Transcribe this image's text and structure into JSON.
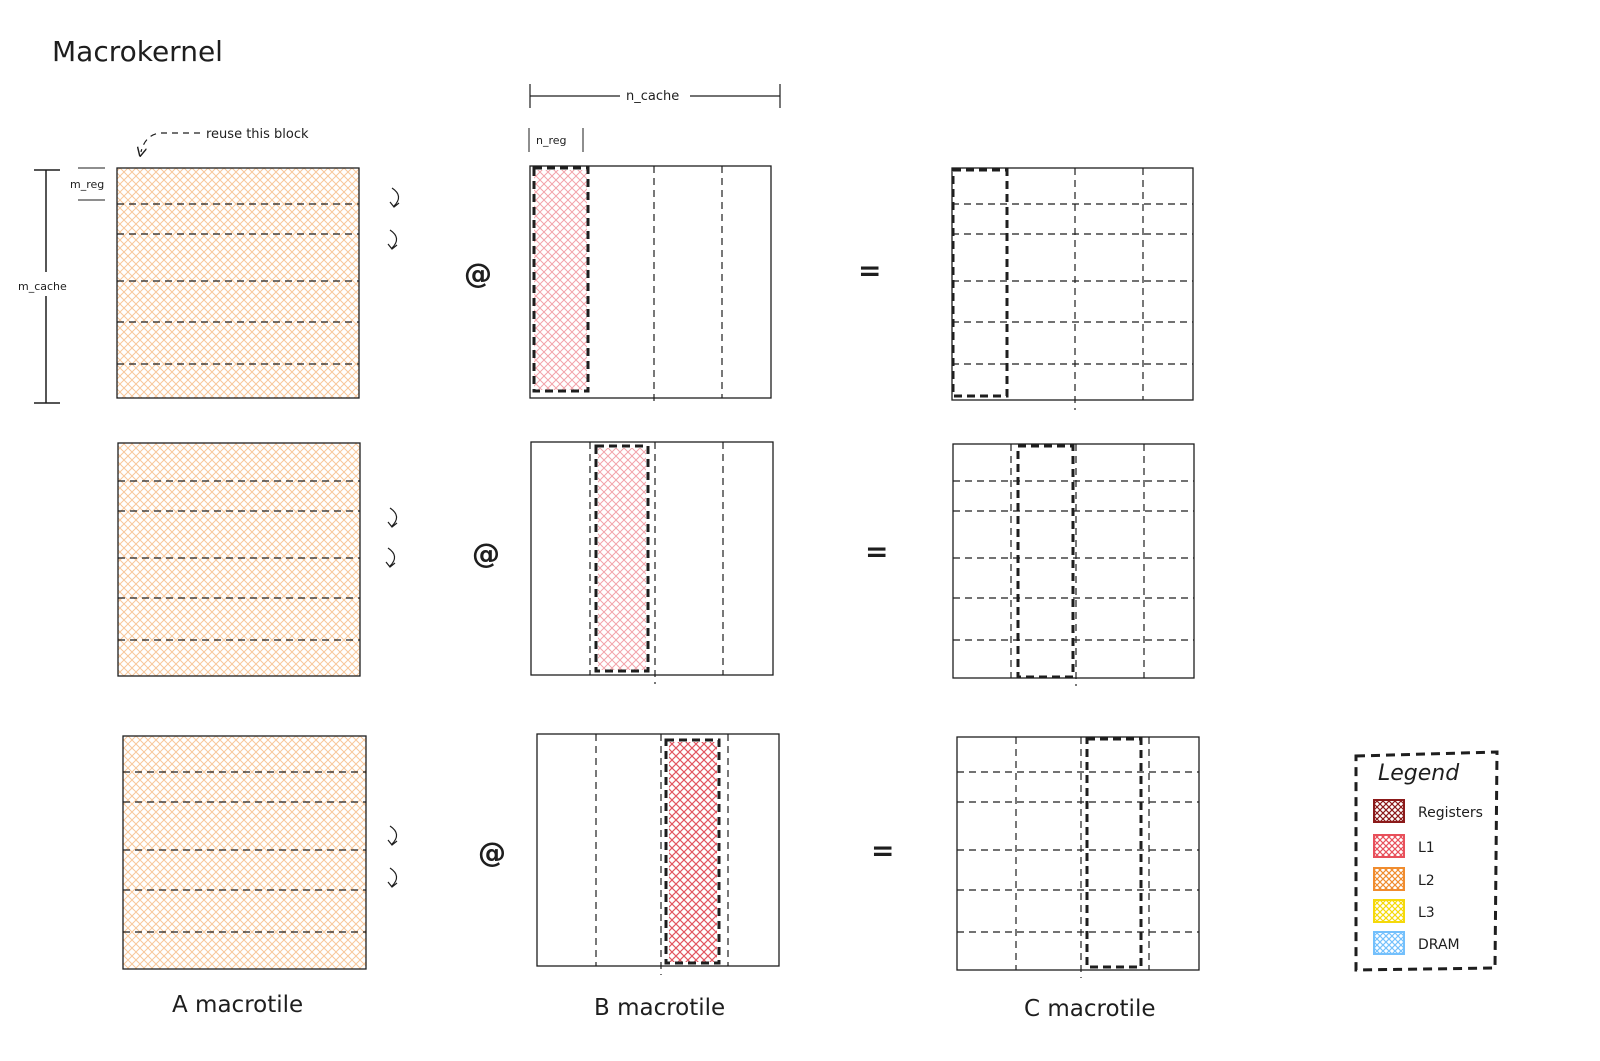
{
  "title": "Macrokernel",
  "labels": {
    "reuse": "reuse this block",
    "m_reg": "m_reg",
    "m_cache": "m_cache",
    "n_cache": "n_cache",
    "n_reg": "n_reg"
  },
  "operators": {
    "matmul": "@",
    "equals": "="
  },
  "captions": {
    "a": "A macrotile",
    "b": "B macrotile",
    "c": "C macrotile"
  },
  "legend": {
    "title": "Legend",
    "items": [
      {
        "label": "Registers",
        "color": "#8b1a1a"
      },
      {
        "label": "L1",
        "color": "#e8505b"
      },
      {
        "label": "L2",
        "color": "#f08c2e"
      },
      {
        "label": "L3",
        "color": "#f5d90a"
      },
      {
        "label": "DRAM",
        "color": "#74c0fc"
      }
    ]
  },
  "colors": {
    "a_fill": "#f7c79a",
    "b_l1_fill": "#f2a3aa",
    "b_reg_fill": "#e25560",
    "stroke": "#1e1e1e"
  }
}
